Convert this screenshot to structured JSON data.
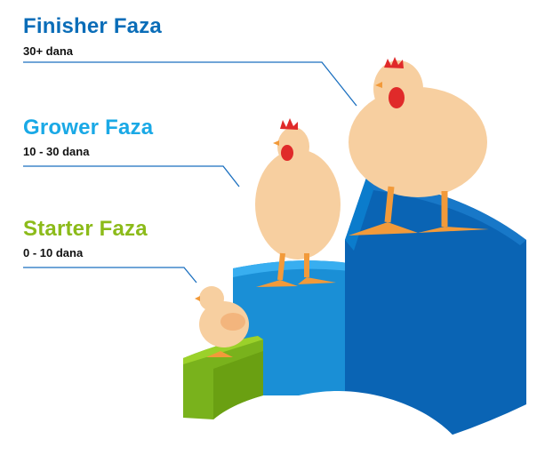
{
  "phases": [
    {
      "title": "Finisher Faza",
      "days": "30+ dana",
      "color": "#0a6db8"
    },
    {
      "title": "Grower Faza",
      "days": "10 - 30 dana",
      "color": "#1aa9e6"
    },
    {
      "title": "Starter Faza",
      "days": "0 - 10 dana",
      "color": "#8cbb1a"
    }
  ],
  "colors": {
    "podium_finisher": "#0a64b4",
    "podium_grower": "#1a8fd6",
    "podium_starter": "#79b21c",
    "leader_line": "#1a6fbf"
  }
}
